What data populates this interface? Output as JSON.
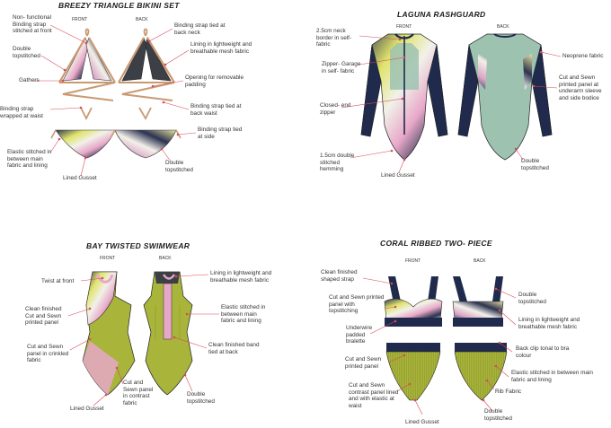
{
  "panels": {
    "bikini": {
      "title": "BREEZY TRIANGLE BIKINI SET",
      "front": "FRONT",
      "back": "BACK",
      "labels": {
        "l1": "Non- functional Binding strap stitched at front",
        "l2": "Double topstitched",
        "l3": "Gathers",
        "l4": "Binding strap wrapped at waist",
        "l5": "Elastic stitched in between main fabric and lining",
        "l6": "Lined Gusset",
        "r1": "Binding strap tied at back neck",
        "r2": "Lining in lightweight and breathable mesh fabric",
        "r3": "Opening for removable padding",
        "r4": "Binding strap tied at back waist",
        "r5": "Binding strap tied at side",
        "r6": "Double topstitched"
      }
    },
    "rashguard": {
      "title": "LAGUNA RASHGUARD",
      "front": "FRONT",
      "back": "BACK",
      "labels": {
        "l1": "2.5cm neck border in self- fabric",
        "l2": "Zipper- Garage in self- fabric",
        "l3": "Closed- end zipper",
        "l4": "1.5cm double stitched hemming",
        "l5": "Lined Gusset",
        "r1": "Neoprene fabric",
        "r2": "Cut and Sewn printed panel at underarm sleeve and side bodice",
        "r3": "Double topstitched"
      }
    },
    "swimwear": {
      "title": "BAY TWISTED SWIMWEAR",
      "front": "FRONT",
      "back": "BACK",
      "labels": {
        "l1": "Twist at front",
        "l2": "Clean finished Cut and Sewn printed panel",
        "l3": "Cut and Sewn panel in crinkled fabric",
        "l4": "Lined Gusset",
        "l5": "Cut and Sewn panel in contrast fabric",
        "r1": "Lining in lightweight and breathable mesh fabric",
        "r2": "Elastic stitched in between main fabric and lining",
        "r3": "Clean finished band tied at back",
        "r4": "Double topstitched"
      }
    },
    "coral": {
      "title": "CORAL RIBBED TWO- PIECE",
      "front": "FRONT",
      "back": "BACK",
      "labels": {
        "l1": "Clean finished shaped strap",
        "l2": "Cut and Sewn printed panel with topstitching",
        "l3": "Underwire padded bralette",
        "l4": "Cut and Sewn printed panel",
        "l5": "Cut and Sewn contrast panel lined and with elastic at waist",
        "l6": "Lined Gusset",
        "r1": "Double topstitched",
        "r2": "Lining in lightweight and breathable mesh fabric",
        "r3": "Back clip tonal to bra colour",
        "r4": "Elastic stitched in between main fabric and lining",
        "r5": "Rib Fabric",
        "r6": "Double topstitched"
      }
    }
  },
  "colors": {
    "navy": "#1f2a4d",
    "mint": "#9dc2b0",
    "olive": "#a8b43a",
    "pink": "#e7a8c8",
    "tan": "#c99a72",
    "charcoal": "#3c3f45",
    "leader": "#d84a5a"
  }
}
